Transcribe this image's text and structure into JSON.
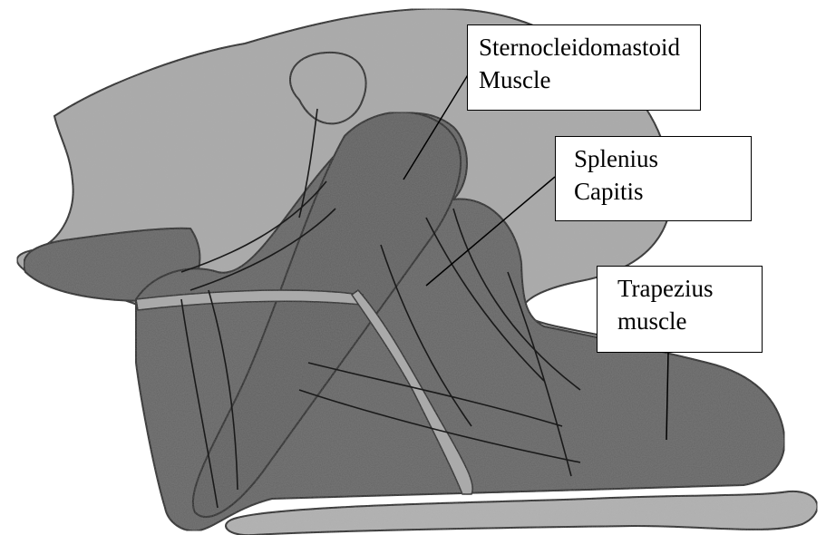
{
  "labels": {
    "sternocleidomastoid": {
      "line1": "Sternocleidomastoid",
      "line2": "Muscle"
    },
    "splenius_capitis": {
      "line1": "Splenius",
      "line2": "Capitis"
    },
    "trapezius": {
      "line1": "Trapezius",
      "line2": "muscle"
    }
  },
  "colors": {
    "skin_light": "#a9a9a9",
    "muscle_dark": "#646464",
    "outline": "#1a1a1a",
    "background": "#ffffff"
  }
}
